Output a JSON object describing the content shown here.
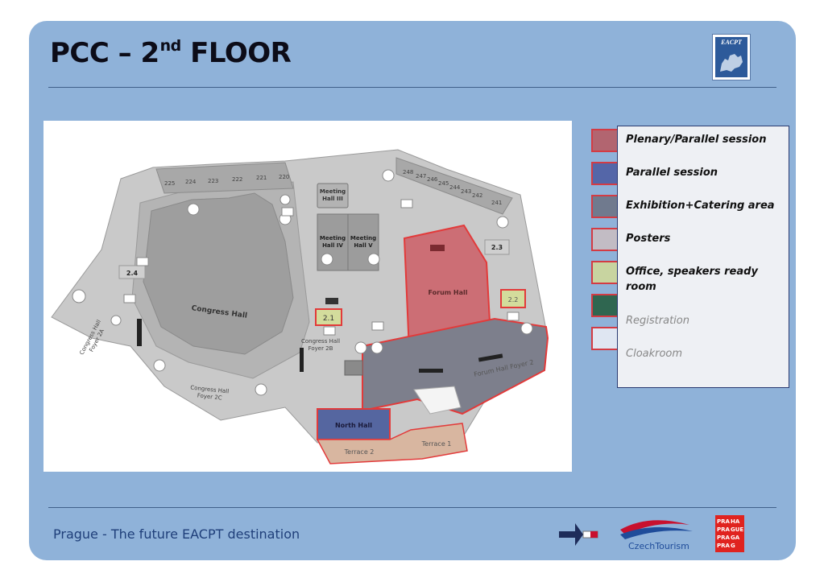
{
  "header": {
    "title_prefix": "PCC – 2",
    "title_sup": "nd",
    "title_suffix": " FLOOR",
    "logo_text": "EACPT"
  },
  "legend": {
    "items": [
      {
        "label": "Plenary/Parallel session",
        "color": "#b26570"
      },
      {
        "label": "Parallel session",
        "color": "#5466a8"
      },
      {
        "label": "Exhibition+Catering area",
        "color": "#707a8e"
      },
      {
        "label": "Posters",
        "color": "#c2bcc4"
      },
      {
        "label": "Office, speakers ready room",
        "color": "#c8d4a0"
      },
      {
        "label": "Registration",
        "color": "#2f6650"
      },
      {
        "label": "Cloakroom",
        "color": "#dfe6f2"
      }
    ]
  },
  "map": {
    "rooms": {
      "r225": "225",
      "r224": "224",
      "r223": "223",
      "r222": "222",
      "r221": "221",
      "r220": "220",
      "r248": "248",
      "r247": "247",
      "r246": "246",
      "r245": "245",
      "r244": "244",
      "r243": "243",
      "r242": "242",
      "r241": "241",
      "meeting3_a": "Meeting",
      "meeting3_b": "Hall III",
      "meeting4_a": "Meeting",
      "meeting4_b": "Hall IV",
      "meeting5_a": "Meeting",
      "meeting5_b": "Hall V",
      "room21": "2.1",
      "room22": "2.2",
      "room23": "2.3",
      "room24": "2.4",
      "congress_hall": "Congress Hall",
      "forum_hall": "Forum Hall",
      "north_hall": "North Hall",
      "terrace1": "Terrace 1",
      "terrace2": "Terrace 2",
      "foyer2a_a": "Congress Hall",
      "foyer2a_b": "Foyer 2A",
      "foyer2b_a": "Congress Hall",
      "foyer2b_b": "Foyer 2B",
      "foyer2c_a": "Congress Hall",
      "foyer2c_b": "Foyer 2C",
      "forum_foyer2": "Forum Hall Foyer 2"
    }
  },
  "footer": {
    "text": "Prague - The future EACPT destination",
    "czech_tourism": "CzechTourism",
    "prague_logo": [
      "PRA",
      "HA",
      "PRA",
      "GUE",
      "PRA",
      "GA",
      "PRA",
      "G"
    ]
  }
}
